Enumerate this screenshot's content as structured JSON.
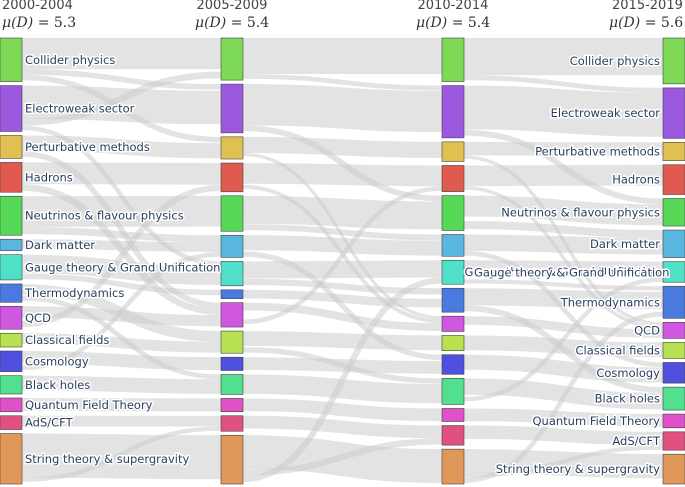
{
  "chart_data": {
    "type": "sankey",
    "periods": [
      {
        "label": "2000-2004",
        "mu_prefix": "μ(D) = ",
        "mu_value": "5.3"
      },
      {
        "label": "2005-2009",
        "mu_prefix": "μ(D) = ",
        "mu_value": "5.4"
      },
      {
        "label": "2010-2014",
        "mu_prefix": "μ(D) = ",
        "mu_value": "5.4"
      },
      {
        "label": "2015-2019",
        "mu_prefix": "μ(D) = ",
        "mu_value": "5.6"
      }
    ],
    "topics": [
      {
        "name": "Collider physics",
        "color": "#7ed957"
      },
      {
        "name": "Electroweak sector",
        "color": "#9b59e0"
      },
      {
        "name": "Perturbative methods",
        "color": "#e0c050"
      },
      {
        "name": "Hadrons",
        "color": "#e05a50"
      },
      {
        "name": "Neutrinos & flavour physics",
        "color": "#57d957"
      },
      {
        "name": "Dark matter",
        "color": "#5ab8e0"
      },
      {
        "name": "Gauge theory & Grand Unification",
        "color": "#50e0c8"
      },
      {
        "name": "Thermodynamics",
        "color": "#4a7ae0"
      },
      {
        "name": "QCD",
        "color": "#d057e0"
      },
      {
        "name": "Classical fields",
        "color": "#b8e050"
      },
      {
        "name": "Cosmology",
        "color": "#5050e0"
      },
      {
        "name": "Black holes",
        "color": "#50e090"
      },
      {
        "name": "Quantum Field Theory",
        "color": "#e050c8"
      },
      {
        "name": "AdS/CFT",
        "color": "#e05080"
      },
      {
        "name": "String theory & supergravity",
        "color": "#e0985a"
      }
    ],
    "node_sizes": [
      [
        38,
        40,
        20,
        26,
        34,
        10,
        22,
        16,
        20,
        12,
        18,
        16,
        12,
        12,
        44
      ],
      [
        38,
        44,
        20,
        26,
        32,
        20,
        22,
        8,
        22,
        20,
        12,
        18,
        12,
        14,
        44
      ],
      [
        40,
        48,
        18,
        24,
        32,
        20,
        22,
        22,
        14,
        14,
        18,
        24,
        12,
        18,
        32
      ],
      [
        40,
        44,
        16,
        26,
        24,
        24,
        18,
        28,
        14,
        14,
        18,
        20,
        12,
        16,
        26
      ]
    ],
    "label_positions": [
      [
        0,
        0,
        0,
        0,
        0,
        0,
        0,
        0,
        0,
        0,
        0,
        0,
        0,
        0,
        0
      ],
      [],
      [],
      [
        1,
        1,
        1,
        1,
        1,
        1,
        1,
        1,
        1,
        1,
        1,
        1,
        1,
        1,
        1
      ]
    ],
    "mid_labels": {
      "period": 2,
      "topic": "Gauge theory & Grand Unification"
    },
    "link_color": "#cccccc",
    "link_opacity": 0.55,
    "flows": [
      {
        "from": [
          0,
          0
        ],
        "to": [
          1,
          0
        ],
        "value": 28
      },
      {
        "from": [
          0,
          0
        ],
        "to": [
          1,
          1
        ],
        "value": 5
      },
      {
        "from": [
          0,
          0
        ],
        "to": [
          1,
          2
        ],
        "value": 5
      },
      {
        "from": [
          0,
          1
        ],
        "to": [
          1,
          1
        ],
        "value": 30
      },
      {
        "from": [
          0,
          1
        ],
        "to": [
          1,
          0
        ],
        "value": 6
      },
      {
        "from": [
          0,
          1
        ],
        "to": [
          1,
          6
        ],
        "value": 4
      },
      {
        "from": [
          0,
          2
        ],
        "to": [
          1,
          2
        ],
        "value": 12
      },
      {
        "from": [
          0,
          2
        ],
        "to": [
          1,
          8
        ],
        "value": 5
      },
      {
        "from": [
          0,
          3
        ],
        "to": [
          1,
          3
        ],
        "value": 18
      },
      {
        "from": [
          0,
          3
        ],
        "to": [
          1,
          8
        ],
        "value": 6
      },
      {
        "from": [
          0,
          4
        ],
        "to": [
          1,
          4
        ],
        "value": 26
      },
      {
        "from": [
          0,
          4
        ],
        "to": [
          1,
          5
        ],
        "value": 6
      },
      {
        "from": [
          0,
          5
        ],
        "to": [
          1,
          5
        ],
        "value": 8
      },
      {
        "from": [
          0,
          6
        ],
        "to": [
          1,
          6
        ],
        "value": 14
      },
      {
        "from": [
          0,
          6
        ],
        "to": [
          1,
          7
        ],
        "value": 4
      },
      {
        "from": [
          0,
          7
        ],
        "to": [
          1,
          9
        ],
        "value": 8
      },
      {
        "from": [
          0,
          7
        ],
        "to": [
          1,
          11
        ],
        "value": 4
      },
      {
        "from": [
          0,
          8
        ],
        "to": [
          1,
          8
        ],
        "value": 10
      },
      {
        "from": [
          0,
          8
        ],
        "to": [
          1,
          3
        ],
        "value": 5
      },
      {
        "from": [
          0,
          9
        ],
        "to": [
          1,
          9
        ],
        "value": 8
      },
      {
        "from": [
          0,
          10
        ],
        "to": [
          1,
          10
        ],
        "value": 10
      },
      {
        "from": [
          0,
          10
        ],
        "to": [
          1,
          5
        ],
        "value": 4
      },
      {
        "from": [
          0,
          11
        ],
        "to": [
          1,
          11
        ],
        "value": 12
      },
      {
        "from": [
          0,
          12
        ],
        "to": [
          1,
          12
        ],
        "value": 8
      },
      {
        "from": [
          0,
          13
        ],
        "to": [
          1,
          13
        ],
        "value": 10
      },
      {
        "from": [
          0,
          14
        ],
        "to": [
          1,
          14
        ],
        "value": 36
      },
      {
        "from": [
          0,
          14
        ],
        "to": [
          1,
          13
        ],
        "value": 4
      },
      {
        "from": [
          1,
          0
        ],
        "to": [
          2,
          0
        ],
        "value": 30
      },
      {
        "from": [
          1,
          0
        ],
        "to": [
          2,
          1
        ],
        "value": 4
      },
      {
        "from": [
          1,
          1
        ],
        "to": [
          2,
          1
        ],
        "value": 34
      },
      {
        "from": [
          1,
          1
        ],
        "to": [
          2,
          4
        ],
        "value": 5
      },
      {
        "from": [
          1,
          2
        ],
        "to": [
          2,
          2
        ],
        "value": 12
      },
      {
        "from": [
          1,
          2
        ],
        "to": [
          2,
          8
        ],
        "value": 4
      },
      {
        "from": [
          1,
          3
        ],
        "to": [
          2,
          3
        ],
        "value": 18
      },
      {
        "from": [
          1,
          3
        ],
        "to": [
          2,
          8
        ],
        "value": 5
      },
      {
        "from": [
          1,
          4
        ],
        "to": [
          2,
          4
        ],
        "value": 24
      },
      {
        "from": [
          1,
          4
        ],
        "to": [
          2,
          5
        ],
        "value": 5
      },
      {
        "from": [
          1,
          5
        ],
        "to": [
          2,
          5
        ],
        "value": 12
      },
      {
        "from": [
          1,
          5
        ],
        "to": [
          2,
          10
        ],
        "value": 4
      },
      {
        "from": [
          1,
          6
        ],
        "to": [
          2,
          6
        ],
        "value": 14
      },
      {
        "from": [
          1,
          6
        ],
        "to": [
          2,
          7
        ],
        "value": 5
      },
      {
        "from": [
          1,
          7
        ],
        "to": [
          2,
          7
        ],
        "value": 6
      },
      {
        "from": [
          1,
          8
        ],
        "to": [
          2,
          8
        ],
        "value": 10
      },
      {
        "from": [
          1,
          8
        ],
        "to": [
          2,
          3
        ],
        "value": 4
      },
      {
        "from": [
          1,
          9
        ],
        "to": [
          2,
          9
        ],
        "value": 12
      },
      {
        "from": [
          1,
          9
        ],
        "to": [
          2,
          11
        ],
        "value": 4
      },
      {
        "from": [
          1,
          10
        ],
        "to": [
          2,
          10
        ],
        "value": 8
      },
      {
        "from": [
          1,
          11
        ],
        "to": [
          2,
          11
        ],
        "value": 14
      },
      {
        "from": [
          1,
          12
        ],
        "to": [
          2,
          12
        ],
        "value": 8
      },
      {
        "from": [
          1,
          13
        ],
        "to": [
          2,
          13
        ],
        "value": 10
      },
      {
        "from": [
          1,
          14
        ],
        "to": [
          2,
          14
        ],
        "value": 26
      },
      {
        "from": [
          1,
          14
        ],
        "to": [
          2,
          13
        ],
        "value": 5
      },
      {
        "from": [
          1,
          14
        ],
        "to": [
          2,
          6
        ],
        "value": 5
      },
      {
        "from": [
          2,
          0
        ],
        "to": [
          3,
          0
        ],
        "value": 30
      },
      {
        "from": [
          2,
          0
        ],
        "to": [
          3,
          1
        ],
        "value": 4
      },
      {
        "from": [
          2,
          1
        ],
        "to": [
          3,
          1
        ],
        "value": 34
      },
      {
        "from": [
          2,
          1
        ],
        "to": [
          3,
          4
        ],
        "value": 5
      },
      {
        "from": [
          2,
          2
        ],
        "to": [
          3,
          2
        ],
        "value": 10
      },
      {
        "from": [
          2,
          2
        ],
        "to": [
          3,
          8
        ],
        "value": 4
      },
      {
        "from": [
          2,
          3
        ],
        "to": [
          3,
          3
        ],
        "value": 18
      },
      {
        "from": [
          2,
          3
        ],
        "to": [
          3,
          8
        ],
        "value": 4
      },
      {
        "from": [
          2,
          4
        ],
        "to": [
          3,
          4
        ],
        "value": 18
      },
      {
        "from": [
          2,
          4
        ],
        "to": [
          3,
          5
        ],
        "value": 6
      },
      {
        "from": [
          2,
          5
        ],
        "to": [
          3,
          5
        ],
        "value": 14
      },
      {
        "from": [
          2,
          5
        ],
        "to": [
          3,
          10
        ],
        "value": 4
      },
      {
        "from": [
          2,
          6
        ],
        "to": [
          3,
          6
        ],
        "value": 18
      },
      {
        "from": [
          2,
          6
        ],
        "to": [
          3,
          7
        ],
        "value": 4
      },
      {
        "from": [
          2,
          7
        ],
        "to": [
          3,
          7
        ],
        "value": 14
      },
      {
        "from": [
          2,
          7
        ],
        "to": [
          3,
          11
        ],
        "value": 5
      },
      {
        "from": [
          2,
          8
        ],
        "to": [
          3,
          8
        ],
        "value": 10
      },
      {
        "from": [
          2,
          9
        ],
        "to": [
          3,
          9
        ],
        "value": 10
      },
      {
        "from": [
          2,
          10
        ],
        "to": [
          3,
          10
        ],
        "value": 12
      },
      {
        "from": [
          2,
          11
        ],
        "to": [
          3,
          11
        ],
        "value": 14
      },
      {
        "from": [
          2,
          11
        ],
        "to": [
          3,
          6
        ],
        "value": 5
      },
      {
        "from": [
          2,
          12
        ],
        "to": [
          3,
          12
        ],
        "value": 8
      },
      {
        "from": [
          2,
          13
        ],
        "to": [
          3,
          13
        ],
        "value": 12
      },
      {
        "from": [
          2,
          14
        ],
        "to": [
          3,
          14
        ],
        "value": 20
      },
      {
        "from": [
          2,
          14
        ],
        "to": [
          3,
          13
        ],
        "value": 4
      },
      {
        "from": [
          2,
          14
        ],
        "to": [
          3,
          7
        ],
        "value": 4
      }
    ]
  }
}
